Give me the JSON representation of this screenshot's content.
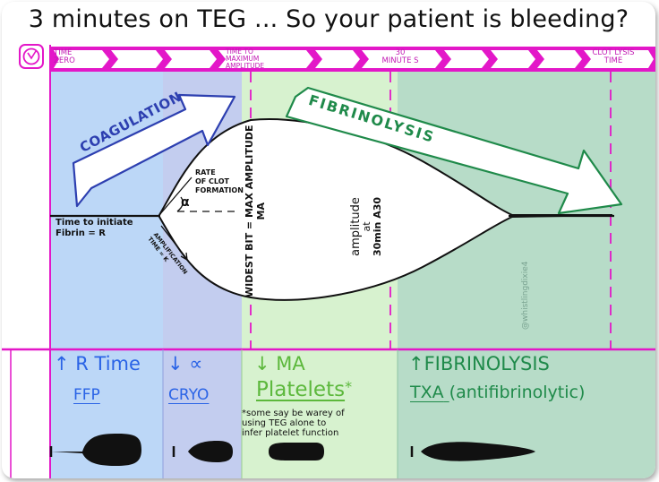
{
  "title": "3 minutes on TEG ... So your patient is bleeding?",
  "timeline": {
    "labels": [
      {
        "id": "time-zero",
        "lines": [
          "TIME",
          "ZERO"
        ]
      },
      {
        "id": "time-to-max",
        "lines": [
          "TIME TO",
          "MAXIMUM",
          "AMPLITUDE"
        ]
      },
      {
        "id": "30-minutes",
        "lines": [
          "30",
          "MINUTE S"
        ]
      },
      {
        "id": "clot-lysis",
        "lines": [
          "CLOT LYSIS",
          "TIME"
        ]
      }
    ]
  },
  "diagram": {
    "coagulation": "COAGULATION",
    "fibrinolysis": "FIBRINOLYSIS",
    "r_label": [
      "Time to initiate",
      "Fibrin = R"
    ],
    "alpha_label": [
      "RATE",
      "OF CLOT",
      "FORMATION"
    ],
    "alpha_symbol": "α",
    "k_label": [
      "AMPLIFICATION",
      "TIME = K"
    ],
    "ma_label": [
      "WIDEST BIT = MAX AMPLITUDE",
      "MA"
    ],
    "a30_label": [
      "amplitude",
      "at",
      "30min A30"
    ],
    "watermark": "@whistlingdixie4"
  },
  "bottom": {
    "r": {
      "heading": "↑ R Time",
      "drug": "FFP"
    },
    "alpha": {
      "heading": "↓ ∝",
      "drug": "CRYO"
    },
    "ma": {
      "heading": "↓ MA",
      "drug": "Platelets",
      "star": "*",
      "note": [
        "*some say be warey of",
        "using TEG alone to",
        "infer platelet function"
      ]
    },
    "fib": {
      "heading": "↑FIBRINOLYSIS",
      "drug": "TXA",
      "drug_suffix": "(antifibrinolytic)"
    }
  },
  "colors": {
    "magenta": "#e317c8",
    "blue_zone": "#bcd7f7",
    "periwinkle_zone": "#c3cdef",
    "green_zone": "#d7f2cf",
    "teal_zone": "#b7dcc8",
    "blue_text": "#2a63e6",
    "green_text": "#5cb83c",
    "dark_green_text": "#1f8a4a",
    "coag_arrow": "#2d3fb0",
    "fib_arrow": "#1f8a4a"
  }
}
